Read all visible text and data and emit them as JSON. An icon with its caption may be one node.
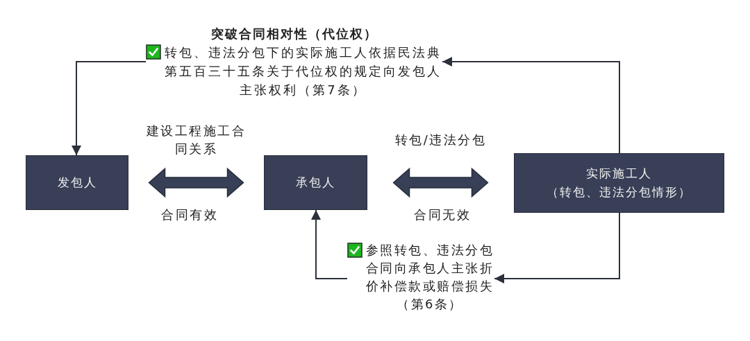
{
  "diagram": {
    "nodes": [
      {
        "text": [
          "突破合同相对性（代位权）",
          "转包、违法分包下的实际施工人依据民法典第五百三十五条关于代位权的规定向发包人主张权利（第7条）"
        ]
      },
      {
        "text": [
          "发包人"
        ]
      },
      {
        "text": [
          "承包人"
        ]
      },
      {
        "text": [
          "实际施工人",
          "（转包、违法分包情形）"
        ]
      },
      {
        "text": [
          "参照转包、违法分包合同向承包人主张折价补偿款或赔偿损失（第6条）"
        ]
      }
    ],
    "edges": [
      {
        "from": 3,
        "to": 0,
        "arrow": "to"
      },
      {
        "from": 0,
        "to": 1,
        "arrow": "to"
      },
      {
        "from": 1,
        "to": 2,
        "arrow": "both",
        "label": "建设工程施工合同关系",
        "style": "thick"
      },
      {
        "from": 2,
        "to": 3,
        "arrow": "both",
        "label": "转包/违法分包",
        "style": "thick"
      },
      {
        "from": 3,
        "to": 4,
        "arrow": "to"
      },
      {
        "from": 4,
        "to": 2,
        "arrow": "to"
      }
    ],
    "labels": [
      "合同有效",
      "合同无效"
    ]
  }
}
